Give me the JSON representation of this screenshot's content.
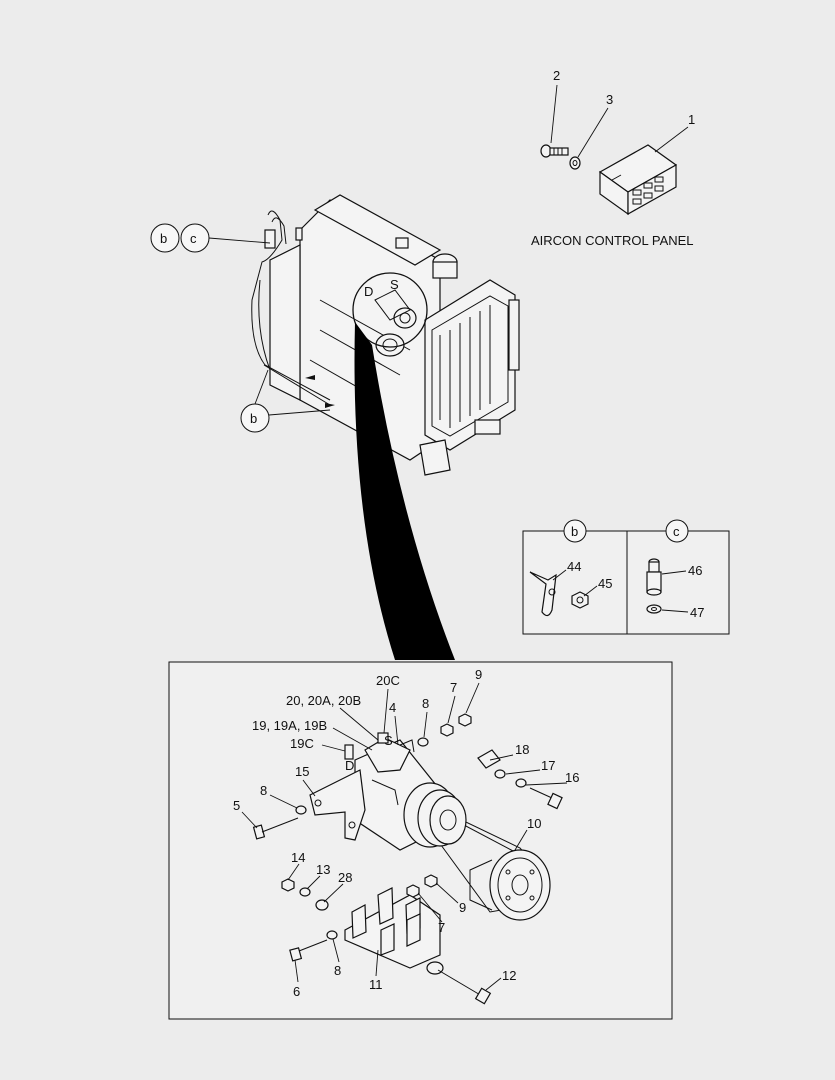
{
  "title": "",
  "panel_caption": "AIRCON CONTROL PANEL",
  "callouts": {
    "c1": "1",
    "c2": "2",
    "c3": "3",
    "c4": "4",
    "c5": "5",
    "c6": "6",
    "c7a": "7",
    "c7b": "7",
    "c8a": "8",
    "c8b": "8",
    "c8c": "8",
    "c9a": "9",
    "c9b": "9",
    "c10": "10",
    "c11": "11",
    "c12": "12",
    "c13": "13",
    "c14": "14",
    "c15": "15",
    "c16": "16",
    "c17": "17",
    "c18": "18",
    "c19": "19, 19A, 19B",
    "c19c": "19C",
    "c20": "20, 20A, 20B",
    "c20c": "20C",
    "c28": "28",
    "c44": "44",
    "c45": "45",
    "c46": "46",
    "c47": "47"
  },
  "bubbles": {
    "b1": "b",
    "c1": "c",
    "b2": "b",
    "b3": "b",
    "c3": "c"
  },
  "engine_marks": {
    "d": "D",
    "s": "S"
  },
  "compressor_marks": {
    "d": "D",
    "s": "S"
  }
}
